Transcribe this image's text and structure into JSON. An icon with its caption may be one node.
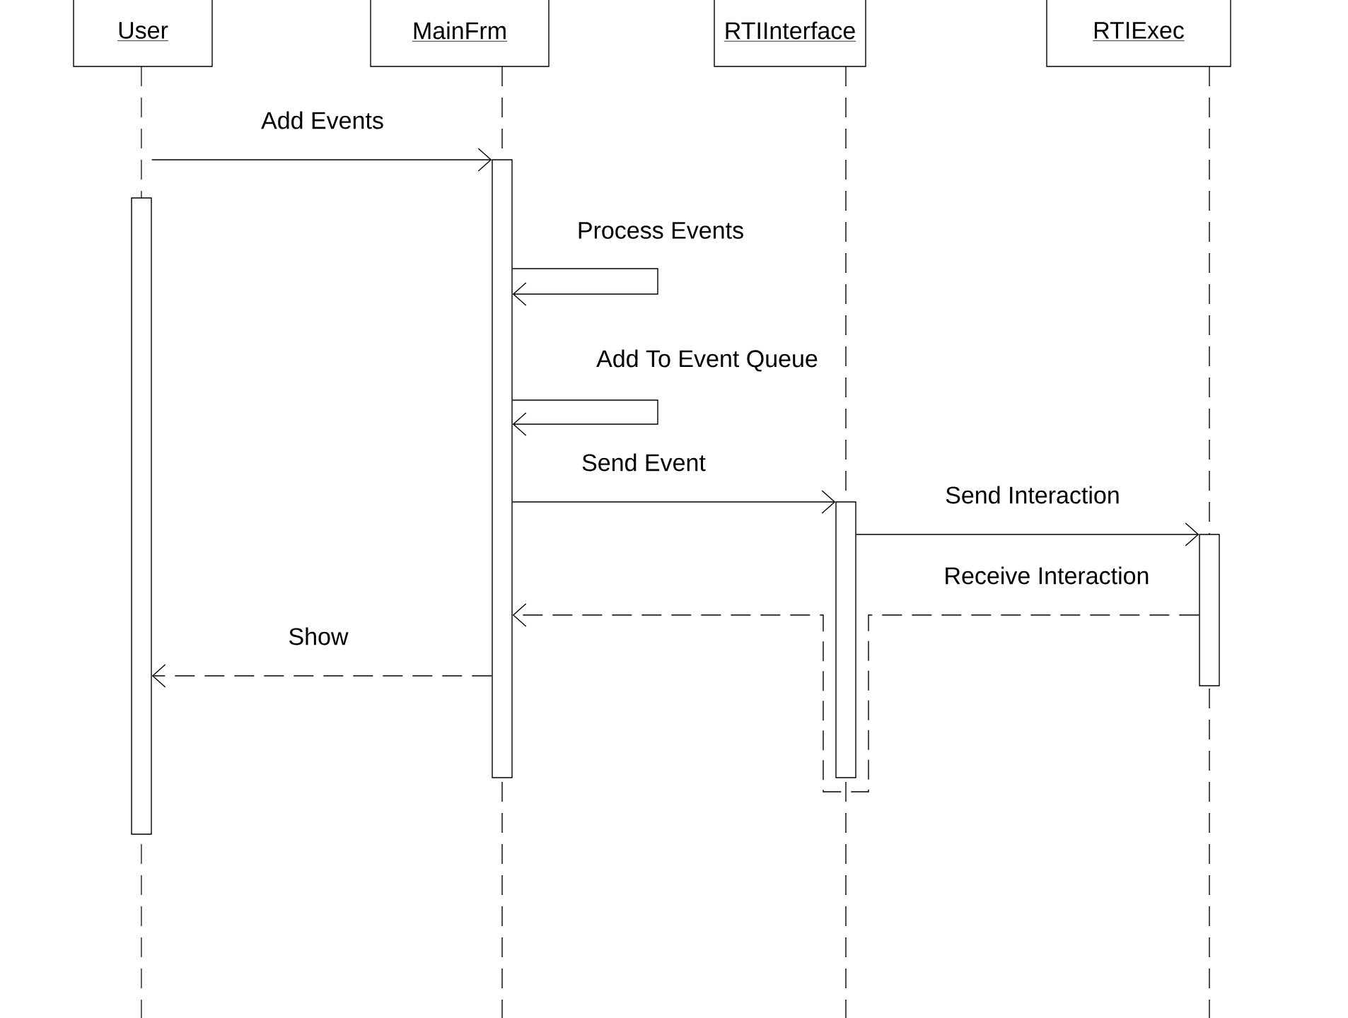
{
  "diagram": {
    "nodes": [
      {
        "text": [
          "User"
        ]
      },
      {
        "text": [
          "MainFrm"
        ]
      },
      {
        "text": [
          "RTIInterface"
        ]
      },
      {
        "text": [
          "RTIExec"
        ]
      },
      {
        "text": [],
        "shape": "bar"
      },
      {
        "text": [],
        "shape": "bar"
      },
      {
        "text": [],
        "shape": "bar"
      },
      {
        "text": [],
        "shape": "bar"
      }
    ],
    "edges": [
      {
        "from": 4,
        "to": 5,
        "arrow": "to",
        "label": "Add Events"
      },
      {
        "from": 5,
        "to": 5,
        "arrow": "to",
        "label": "Process Events"
      },
      {
        "from": 5,
        "to": 5,
        "arrow": "to",
        "label": "Add To Event Queue"
      },
      {
        "from": 5,
        "to": 6,
        "arrow": "to",
        "label": "Send Event"
      },
      {
        "from": 6,
        "to": 7,
        "arrow": "to",
        "label": "Send Interaction"
      },
      {
        "from": 7,
        "to": 5,
        "arrow": "to",
        "label": "Receive Interaction",
        "style": "dashed"
      },
      {
        "from": 5,
        "to": 4,
        "arrow": "to",
        "label": "Show",
        "style": "dashed"
      }
    ]
  }
}
